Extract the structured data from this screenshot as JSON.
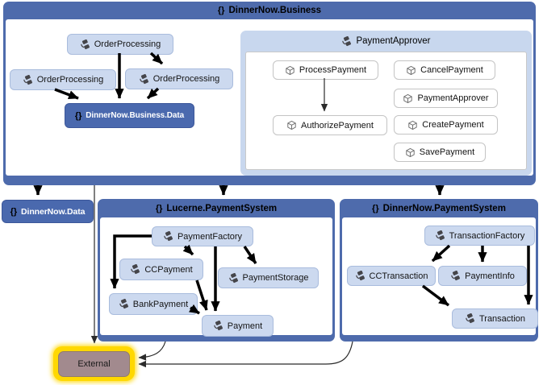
{
  "colors": {
    "container_blue": "#4e6bac",
    "node_light_blue": "#ccd9ef",
    "node_dark_blue": "#4a69ae",
    "group_light_blue": "#c8d7ee",
    "external_fill": "#a28a8e",
    "selection_yellow": "#ffd800"
  },
  "business": {
    "title": "DinnerNow.Business",
    "order_processing": [
      "OrderProcessing",
      "OrderProcessing",
      "OrderProcessing"
    ],
    "data_node": "DinnerNow.Business.Data",
    "payment_approver": {
      "title": "PaymentApprover",
      "members": [
        "ProcessPayment",
        "CancelPayment",
        "PaymentApprover",
        "AuthorizePayment",
        "CreatePayment",
        "SavePayment"
      ]
    }
  },
  "dinnernow_data": {
    "title": "DinnerNow.Data"
  },
  "lucerne": {
    "title": "Lucerne.PaymentSystem",
    "nodes": [
      "PaymentFactory",
      "CCPayment",
      "PaymentStorage",
      "BankPayment",
      "Payment"
    ]
  },
  "dinnernow_payment": {
    "title": "DinnerNow.PaymentSystem",
    "nodes": [
      "TransactionFactory",
      "CCTransaction",
      "PaymentInfo",
      "Transaction"
    ]
  },
  "external": {
    "title": "External",
    "selected": true
  },
  "edges": [
    {
      "from": "OrderProcessing (top)",
      "to": "DinnerNow.Business.Data",
      "weight": "thick"
    },
    {
      "from": "OrderProcessing (top)",
      "to": "OrderProcessing (right)",
      "weight": "thick"
    },
    {
      "from": "OrderProcessing (left)",
      "to": "DinnerNow.Business.Data",
      "weight": "thick"
    },
    {
      "from": "OrderProcessing (right)",
      "to": "DinnerNow.Business.Data",
      "weight": "thick"
    },
    {
      "from": "ProcessPayment",
      "to": "AuthorizePayment",
      "weight": "thin"
    },
    {
      "from": "DinnerNow.Business",
      "to": "DinnerNow.Data",
      "weight": "thick"
    },
    {
      "from": "DinnerNow.Business",
      "to": "Lucerne.PaymentSystem",
      "weight": "thick"
    },
    {
      "from": "DinnerNow.Business",
      "to": "DinnerNow.PaymentSystem",
      "weight": "thick"
    },
    {
      "from": "DinnerNow.Business",
      "to": "External",
      "weight": "thin"
    },
    {
      "from": "PaymentFactory",
      "to": "BankPayment",
      "weight": "thick"
    },
    {
      "from": "PaymentFactory",
      "to": "CCPayment",
      "weight": "thick"
    },
    {
      "from": "PaymentFactory",
      "to": "Payment",
      "weight": "thick"
    },
    {
      "from": "PaymentFactory",
      "to": "PaymentStorage",
      "weight": "thick"
    },
    {
      "from": "CCPayment",
      "to": "Payment",
      "weight": "thick"
    },
    {
      "from": "BankPayment",
      "to": "Payment",
      "weight": "thick"
    },
    {
      "from": "TransactionFactory",
      "to": "CCTransaction",
      "weight": "thick"
    },
    {
      "from": "TransactionFactory",
      "to": "PaymentInfo",
      "weight": "thick"
    },
    {
      "from": "TransactionFactory",
      "to": "Transaction",
      "weight": "thick"
    },
    {
      "from": "CCTransaction",
      "to": "Transaction",
      "weight": "thick"
    },
    {
      "from": "Lucerne.PaymentSystem",
      "to": "External",
      "weight": "thin"
    },
    {
      "from": "DinnerNow.PaymentSystem",
      "to": "External",
      "weight": "thin"
    }
  ]
}
